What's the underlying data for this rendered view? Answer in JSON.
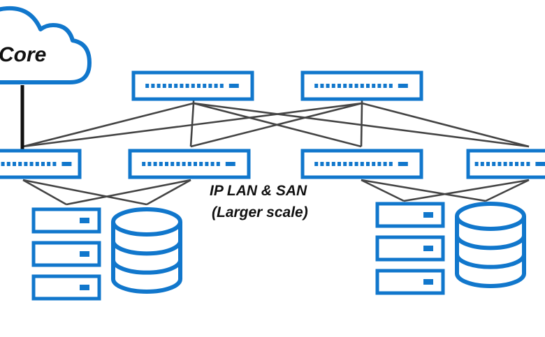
{
  "diagram": {
    "core_label": "Core",
    "caption_line1": "IP LAN & SAN",
    "caption_line2": "(Larger scale)",
    "colors": {
      "device": "#1177cc",
      "link": "#444444",
      "uplink": "#111111",
      "background": "#ffffff"
    },
    "nodes": {
      "cloud": {
        "type": "cloud",
        "label_ref": "core_label"
      },
      "spine": [
        "spine-switch-1",
        "spine-switch-2"
      ],
      "leaf": [
        "leaf-switch-1",
        "leaf-switch-2",
        "leaf-switch-3",
        "leaf-switch-4"
      ],
      "server_groups": [
        {
          "name": "server-group-left",
          "servers": 3,
          "storage": "database-icon"
        },
        {
          "name": "server-group-right",
          "servers": 3,
          "storage": "database-icon"
        }
      ]
    },
    "links": [
      [
        "cloud",
        "leaf-switch-1"
      ],
      [
        "spine-switch-1",
        "leaf-switch-1"
      ],
      [
        "spine-switch-1",
        "leaf-switch-2"
      ],
      [
        "spine-switch-1",
        "leaf-switch-3"
      ],
      [
        "spine-switch-1",
        "leaf-switch-4"
      ],
      [
        "spine-switch-2",
        "leaf-switch-1"
      ],
      [
        "spine-switch-2",
        "leaf-switch-2"
      ],
      [
        "spine-switch-2",
        "leaf-switch-3"
      ],
      [
        "spine-switch-2",
        "leaf-switch-4"
      ],
      [
        "leaf-switch-1",
        "server-group-left"
      ],
      [
        "leaf-switch-2",
        "server-group-left"
      ],
      [
        "leaf-switch-3",
        "server-group-right"
      ],
      [
        "leaf-switch-4",
        "server-group-right"
      ]
    ]
  }
}
